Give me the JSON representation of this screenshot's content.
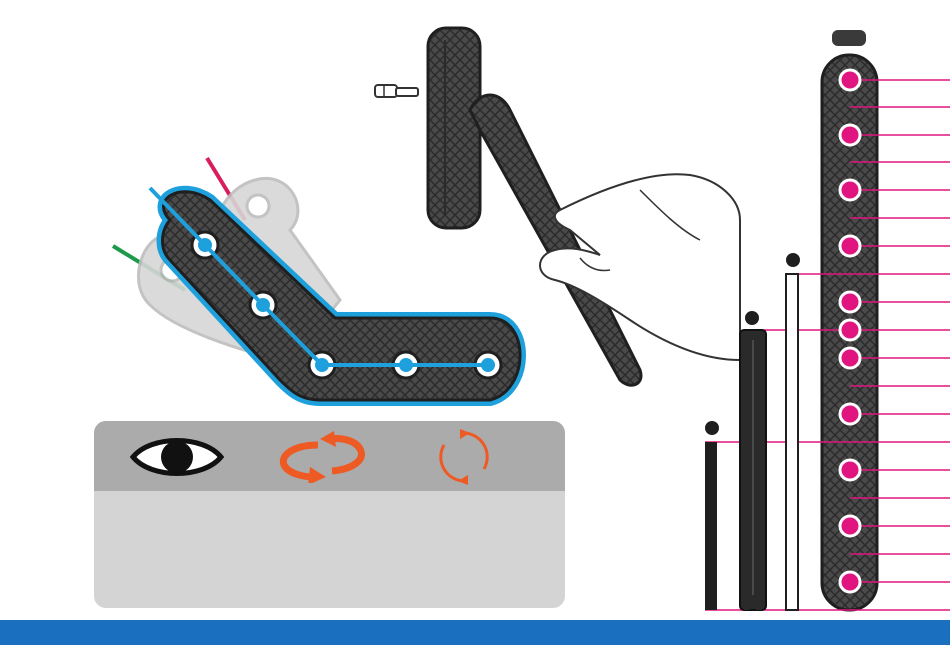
{
  "colors": {
    "background": "#ffffff",
    "footer_bar": "#1a6fbf",
    "instruction_header": "#ababab",
    "instruction_body": "#d4d4d4",
    "part_dark": "#4a4a4a",
    "part_ghost": "#c4c4c4",
    "highlight_outline": "#1ea0dc",
    "pink_marker": "#e0157f",
    "red_line": "#d81e5b",
    "green_line": "#1a9a4a",
    "orange_arrow": "#ee5a24"
  },
  "icons": {
    "view": "eye-icon",
    "rotate": "rotate-arrows-icon",
    "flip": "circular-arrows-icon",
    "peg": "pin-peg-icon",
    "hand": "hand-icon"
  },
  "measurement": {
    "hole_marks": 10,
    "half_marks": 9,
    "ruler_bars": 3
  }
}
